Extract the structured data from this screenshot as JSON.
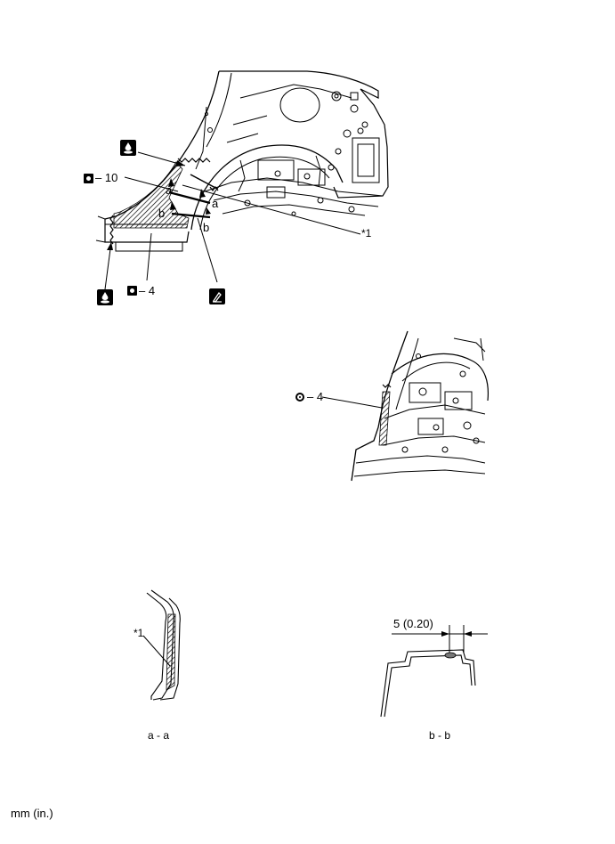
{
  "labels": {
    "callout_star1_top": "*1",
    "callout_a_left": "a",
    "callout_b_left": "b",
    "callout_a_right": "a",
    "callout_b_right": "b",
    "weld_count_10": "10",
    "weld_count_4_bottom": "4",
    "weld_count_4_right": "4",
    "section_aa_star1": "*1",
    "section_aa_title": "a - a",
    "section_bb_title": "b - b",
    "dimension": "5 (0.20)",
    "units_note": "mm (in.)"
  },
  "icons": {
    "sealer_top": "sealer-bead-icon",
    "sealer_bottom": "sealer-bead-icon",
    "spot_weld_10": "spot-weld-icon",
    "spot_weld_4_bottom": "spot-weld-icon",
    "spot_weld_4_right": "spot-weld-circle-icon",
    "brush_apply": "brush-apply-icon"
  }
}
